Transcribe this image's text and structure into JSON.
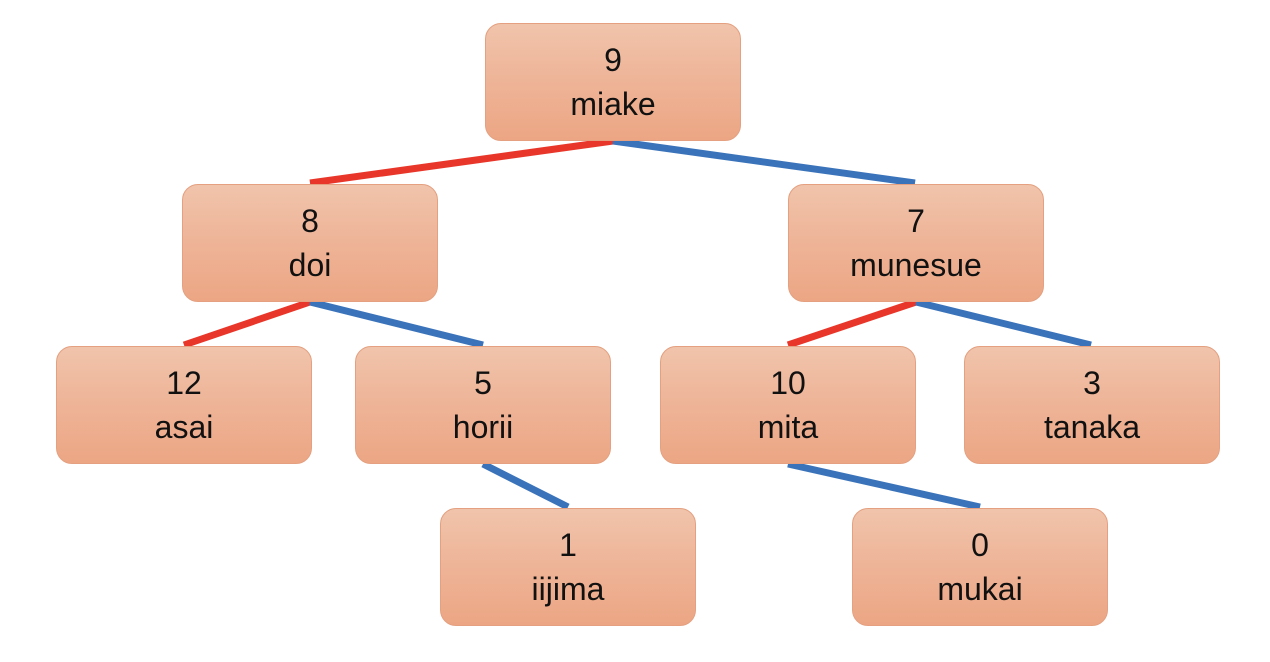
{
  "colors": {
    "left_edge": "#e8372a",
    "right_edge": "#3a73ba",
    "node_fill": "#eeb295",
    "node_border": "#e4a080"
  },
  "nodes": {
    "miake": {
      "value": "9",
      "name": "miake"
    },
    "doi": {
      "value": "8",
      "name": "doi"
    },
    "munesue": {
      "value": "7",
      "name": "munesue"
    },
    "asai": {
      "value": "12",
      "name": "asai"
    },
    "horii": {
      "value": "5",
      "name": "horii"
    },
    "mita": {
      "value": "10",
      "name": "mita"
    },
    "tanaka": {
      "value": "3",
      "name": "tanaka"
    },
    "iijima": {
      "value": "1",
      "name": "iijima"
    },
    "mukai": {
      "value": "0",
      "name": "mukai"
    }
  },
  "edges": [
    {
      "from": "miake",
      "to": "doi",
      "side": "left"
    },
    {
      "from": "miake",
      "to": "munesue",
      "side": "right"
    },
    {
      "from": "doi",
      "to": "asai",
      "side": "left"
    },
    {
      "from": "doi",
      "to": "horii",
      "side": "right"
    },
    {
      "from": "munesue",
      "to": "mita",
      "side": "left"
    },
    {
      "from": "munesue",
      "to": "tanaka",
      "side": "right"
    },
    {
      "from": "horii",
      "to": "iijima",
      "side": "right"
    },
    {
      "from": "mita",
      "to": "mukai",
      "side": "right"
    }
  ]
}
